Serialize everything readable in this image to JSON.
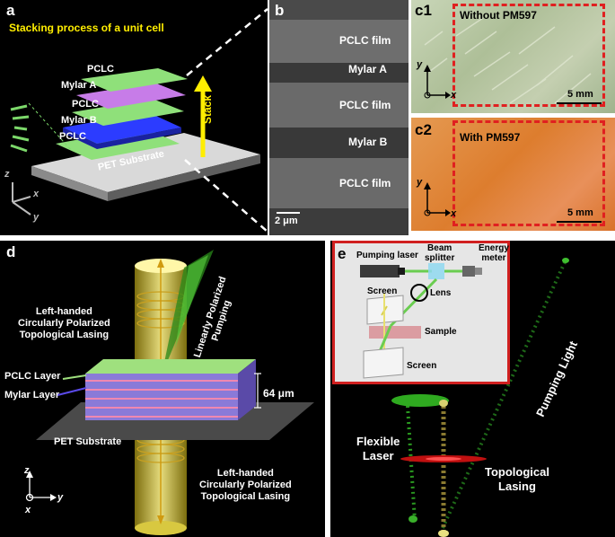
{
  "panel_a": {
    "label": "a",
    "title": "Stacking process of a unit cell",
    "layers": [
      "PCLC",
      "Mylar A",
      "PCLC",
      "Mylar B",
      "PCLC"
    ],
    "stack_label": "Stack",
    "substrate": "PET Substrate",
    "axes": {
      "z": "z",
      "x": "x",
      "y": "y"
    }
  },
  "panel_b": {
    "label": "b",
    "layers": [
      "PCLC film",
      "Mylar A",
      "PCLC film",
      "Mylar B",
      "PCLC film"
    ],
    "scale_bar": "2 μm"
  },
  "panel_c1": {
    "label": "c1",
    "caption": "Without PM597",
    "scale_bar": "5 mm",
    "axes": {
      "y": "y",
      "x": "x"
    }
  },
  "panel_c2": {
    "label": "c2",
    "caption": "With PM597",
    "scale_bar": "5 mm",
    "axes": {
      "y": "y",
      "x": "x"
    }
  },
  "panel_d": {
    "label": "d",
    "top_lasing": "Left-handed\nCircularly Polarized\nTopological Lasing",
    "pumping": "Linearly Polarized\nPumping",
    "pclc_layer": "PCLC Layer",
    "mylar_layer": "Mylar Layer",
    "thickness": "64 μm",
    "substrate": "PET Substrate",
    "bottom_lasing": "Left-handed\nCircularly Polarized\nTopological Lasing",
    "axes": {
      "z": "z",
      "y": "y",
      "x": "x"
    }
  },
  "panel_e": {
    "label": "e",
    "pumping_laser": "Pumping laser",
    "beam_splitter": "Beam\nsplitter",
    "energy_meter": "Energy\nmeter",
    "screen_top": "Screen",
    "lens": "Lens",
    "sample": "Sample",
    "screen_bottom": "Screen",
    "pumping_light": "Pumping Light",
    "flexible_laser": "Flexible\nLaser",
    "topological_lasing": "Topological\nLasing"
  }
}
